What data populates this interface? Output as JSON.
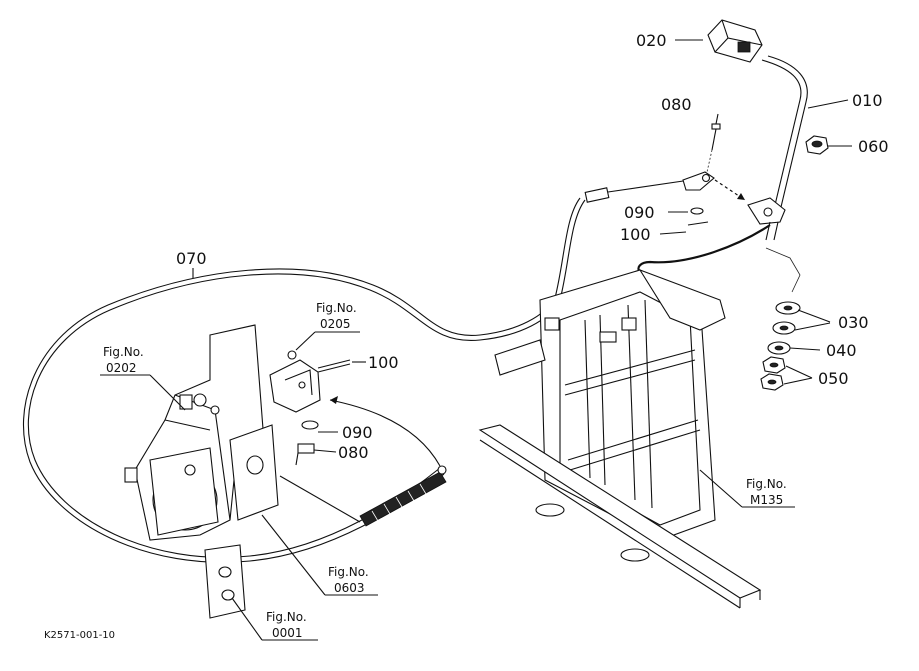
{
  "document_code": "K2571-001-10",
  "parts": {
    "p010": "010",
    "p020": "020",
    "p030": "030",
    "p040": "040",
    "p050": "050",
    "p060": "060",
    "p070": "070",
    "p080_top": "080",
    "p080_left": "080",
    "p090_top": "090",
    "p090_left": "090",
    "p100_top": "100",
    "p100_left": "100"
  },
  "figure_refs": {
    "fig_0205": {
      "label": "Fig.No.",
      "number": "0205"
    },
    "fig_0202": {
      "label": "Fig.No.",
      "number": "0202"
    },
    "fig_0603": {
      "label": "Fig.No.",
      "number": "0603"
    },
    "fig_0001": {
      "label": "Fig.No.",
      "number": "0001"
    },
    "fig_m135": {
      "label": "Fig.No.",
      "number": "M135"
    }
  }
}
